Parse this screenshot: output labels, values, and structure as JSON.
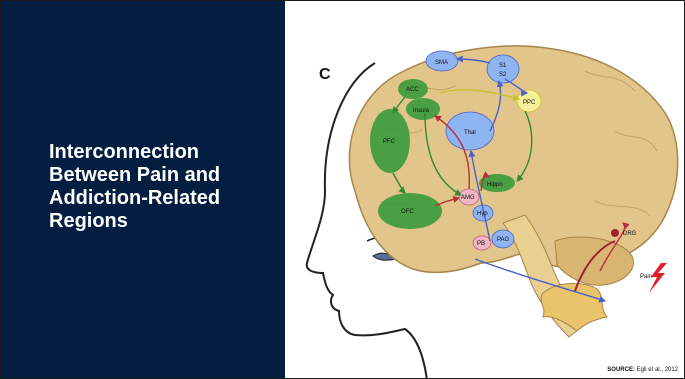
{
  "slide": {
    "title": "Interconnection Between Pain and Addiction-Related Regions",
    "colors": {
      "panel_bg": "#041e42",
      "title_text": "#ffffff",
      "brain": "#e2c58a",
      "reward_regions": "#3a9a3a",
      "pain_regions": "#8fb4f2",
      "amygdala": "#f0b6c4"
    }
  },
  "figure": {
    "panel_letter": "C",
    "regions": {
      "sma": "SMA",
      "s1": "S1",
      "s2": "S2",
      "acc": "ACC",
      "insula": "Insula",
      "ppc": "PPC",
      "thal": "Thal",
      "pfc": "PFC",
      "hippo": "Hippo",
      "amg": "AMG",
      "ofc": "OFC",
      "hyp": "Hyp",
      "pb": "PB",
      "pag": "PAG",
      "drg": "DRG",
      "pain": "Pain"
    }
  },
  "source": {
    "label": "SOURCE:",
    "text": "Egli et al., 2012"
  }
}
